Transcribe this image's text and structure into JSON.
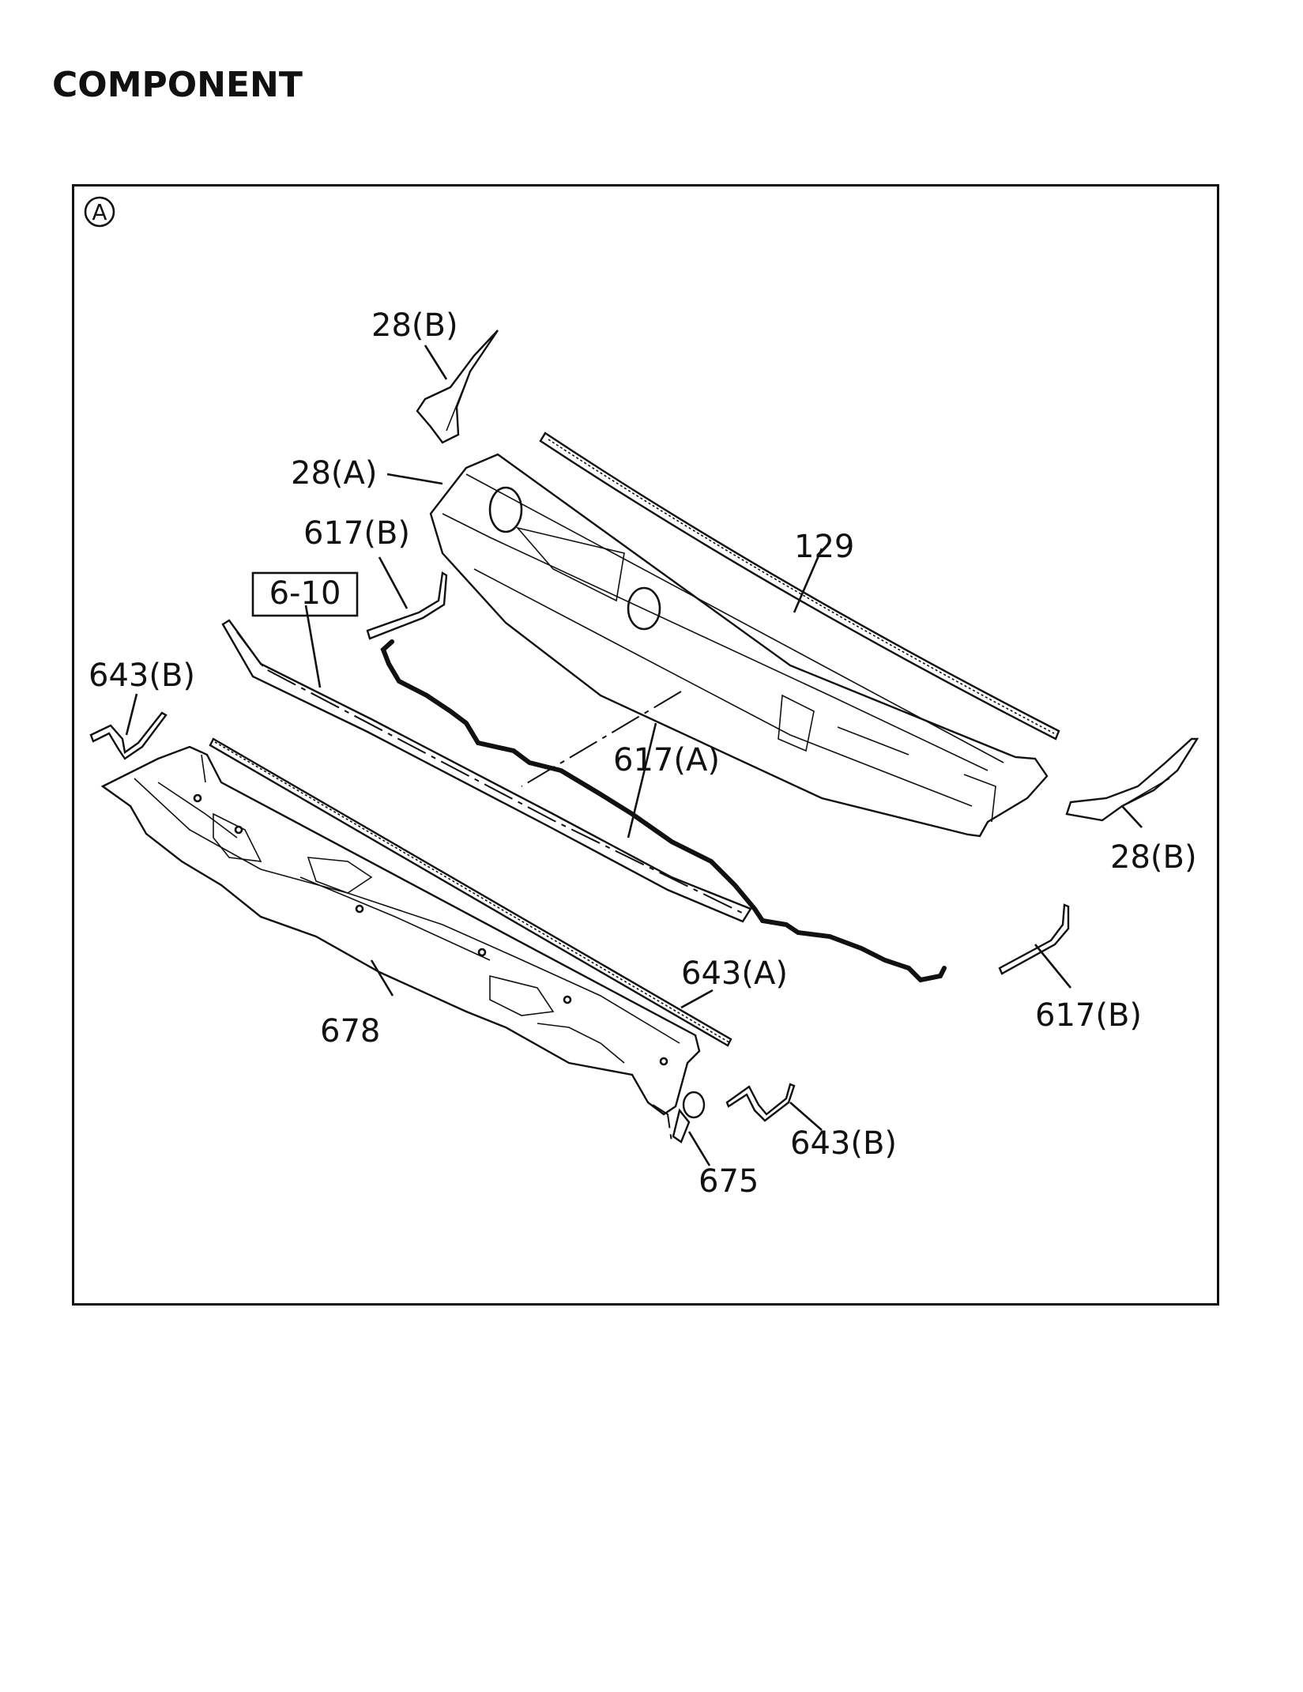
{
  "page": {
    "title": "COMPONENT"
  },
  "diagram": {
    "view_marker": "A",
    "labels": {
      "l28b_top": "28(B)",
      "l28a": "28(A)",
      "l617b_left": "617(B)",
      "l129": "129",
      "l610": "6-10",
      "l643b_left": "643(B)",
      "l617a": "617(A)",
      "l28b_right": "28(B)",
      "l643a": "643(A)",
      "l617b_right": "617(B)",
      "l678": "678",
      "l643b_right": "643(B)",
      "l675": "675"
    }
  }
}
